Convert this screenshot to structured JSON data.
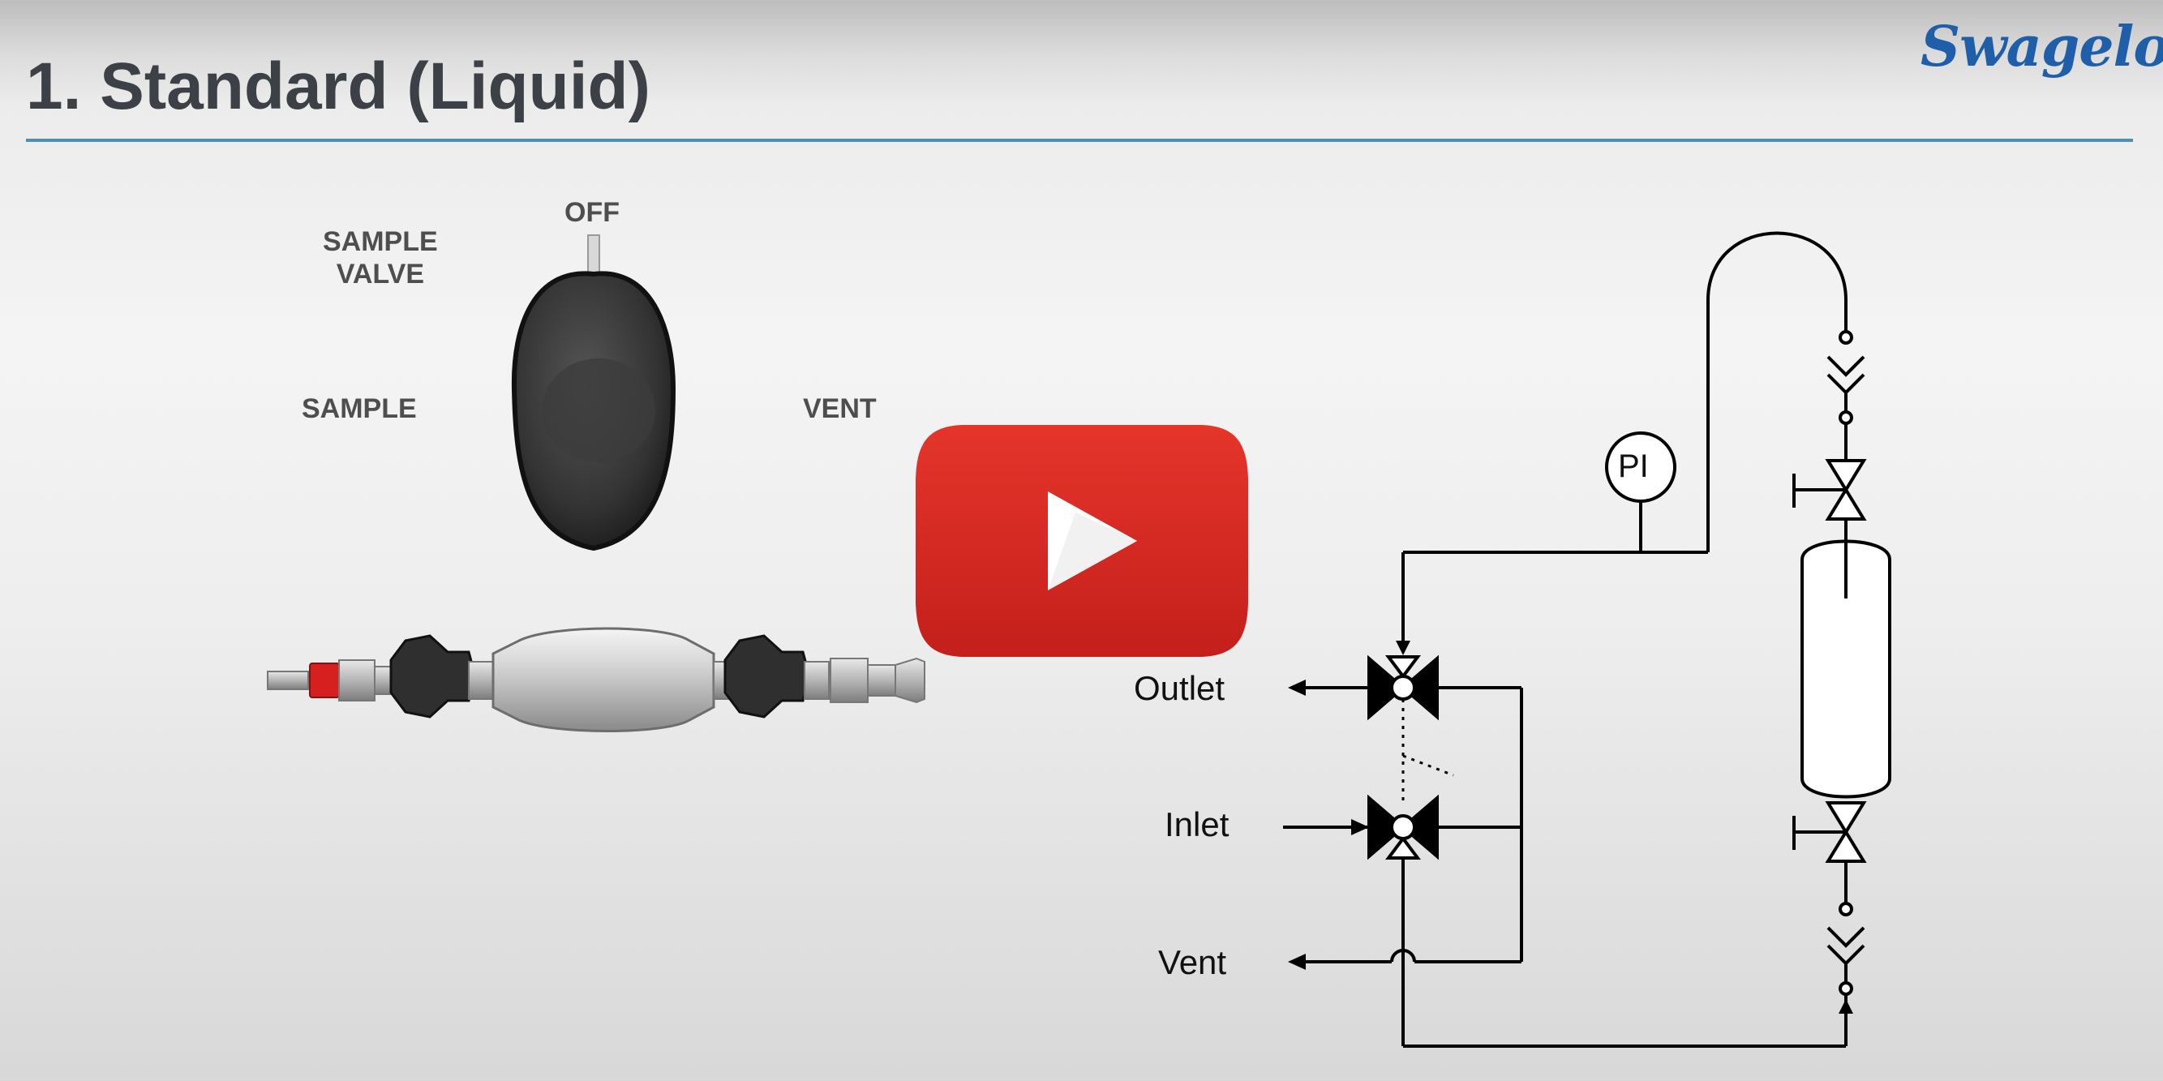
{
  "slide": {
    "title": "1. Standard (Liquid)",
    "brand_logo": "Swagelok"
  },
  "valve_dial": {
    "label_off": "OFF",
    "label_sample_valve_line1": "SAMPLE",
    "label_sample_valve_line2": "VALVE",
    "label_sample": "SAMPLE",
    "label_vent": "VENT"
  },
  "schematic": {
    "label_outlet": "Outlet",
    "label_inlet": "Inlet",
    "label_vent": "Vent",
    "gauge_label": "PI"
  },
  "player": {
    "play_icon": "youtube-play-icon"
  },
  "colors": {
    "title_text": "#3c4147",
    "rule": "#4f8fb6",
    "brand": "#1f5ea8",
    "play_red": "#d42a23"
  }
}
